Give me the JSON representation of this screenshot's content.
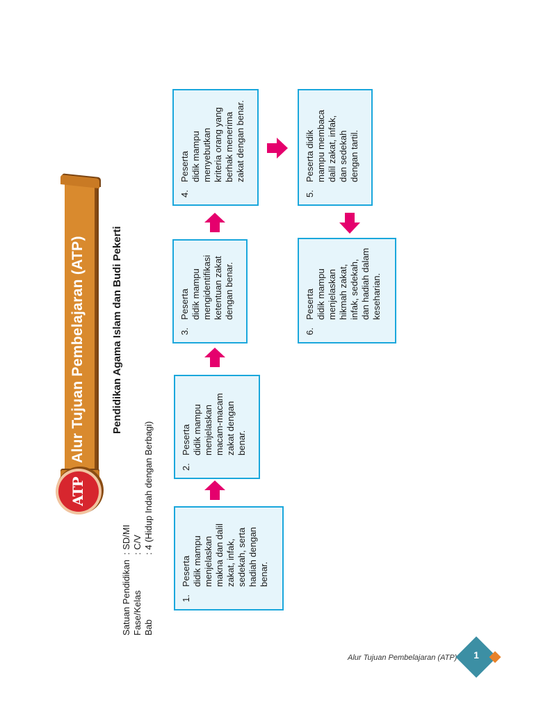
{
  "header": {
    "logo_text": "ATP",
    "title": "Alur Tujuan Pembelajaran (ATP)",
    "subtitle": "Pendidikan Agama Islam dan Budi Pekerti"
  },
  "meta": [
    {
      "key": "Satuan Pendidikan",
      "value": ": SD/MI"
    },
    {
      "key": "Fase/Kelas",
      "value": ": C/V"
    },
    {
      "key": "Bab",
      "value": ": 4 (Hidup Indah dengan Berbagi)"
    }
  ],
  "steps": [
    {
      "num": "1.",
      "text": "Peserta\ndidik mampu\nmenjelaskan\nmakna dan dalil\nzakat, infak,\nsedekah, serta\nhadiah dengan\nbenar."
    },
    {
      "num": "2.",
      "text": "Peserta\ndidik mampu\nmenjelaskan\nmacam-macam\nzakat dengan\nbenar."
    },
    {
      "num": "3.",
      "text": "Peserta\ndidik mampu\nmengidentifikasi\nketentuan zakat\ndengan benar."
    },
    {
      "num": "4.",
      "text": "Peserta\ndidik mampu\nmenyebutkan\nkriteria orang yang\nberhak menerima\nzakat dengan benar."
    },
    {
      "num": "5.",
      "text": "Peserta didik\nmampu membaca\ndalil zakat, infak,\ndan sedekah\ndengan tartil."
    },
    {
      "num": "6.",
      "text": "Peserta\ndidik mampu\nmenjelaskan\nhikmah zakat,\ninfak, sedekah,\ndan hadiah dalam\nkeseharian."
    }
  ],
  "footer": {
    "label": "Alur Tujuan Pembelajaran (ATP)",
    "page_number": "1"
  },
  "colors": {
    "box_fill": "#e6f5fb",
    "box_border": "#1aa7dc",
    "arrow": "#e5006d",
    "banner": "#d98a2e",
    "logo": "#d7262e",
    "page_badge": "#3c8fa4"
  }
}
